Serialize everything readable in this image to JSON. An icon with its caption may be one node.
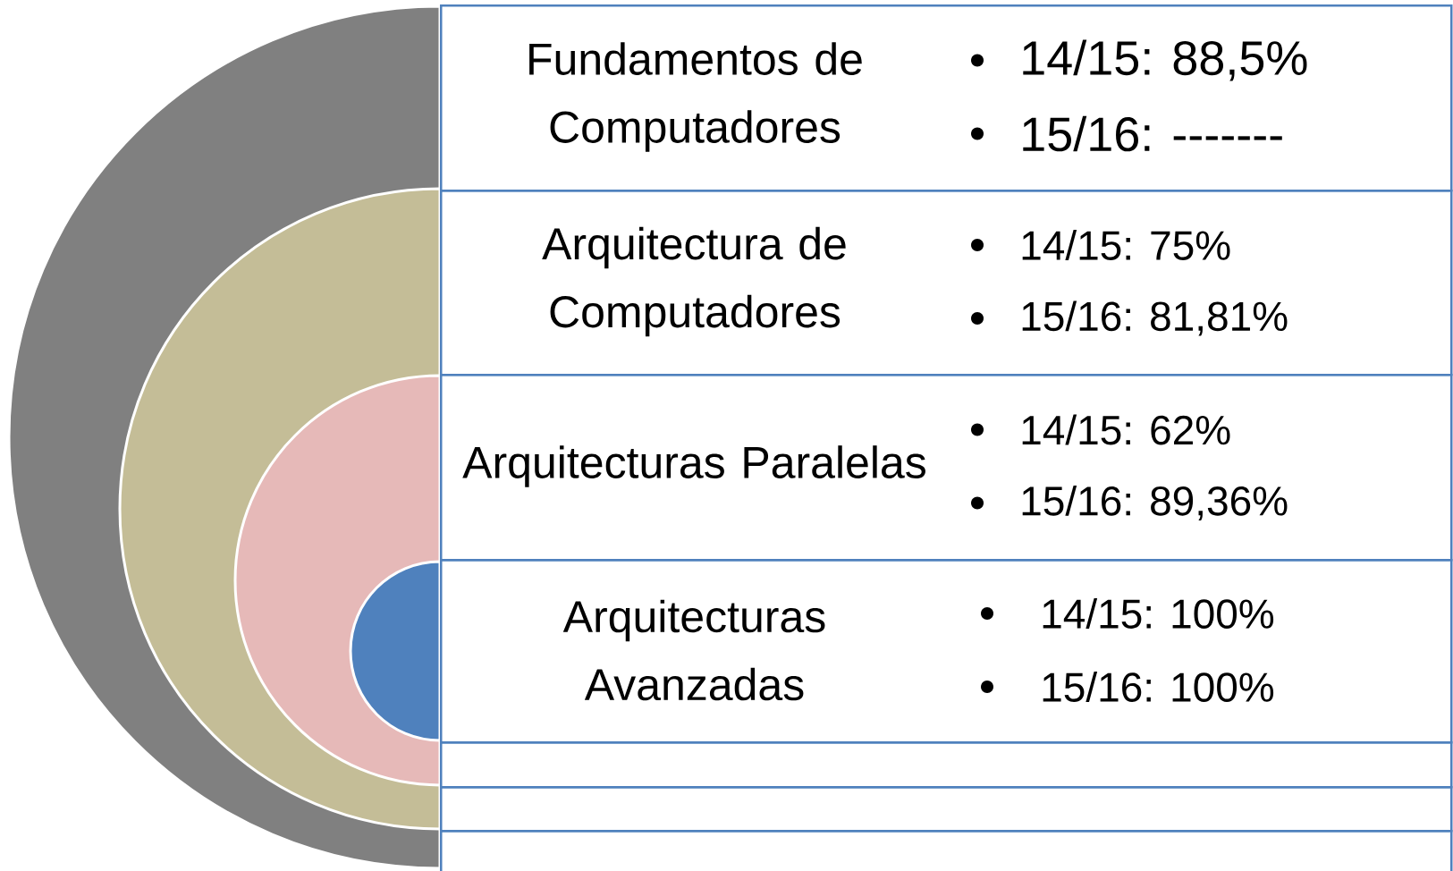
{
  "diagram": {
    "nodes": [
      {
        "text": [
          "Fundamentos de Computadores",
          "14/15: 88,5%",
          "15/16: -------"
        ]
      },
      {
        "text": [
          "Arquitectura de Computadores",
          "14/15: 75%",
          "15/16: 81,81%"
        ]
      },
      {
        "text": [
          "Arquitecturas Paralelas",
          "14/15: 62%",
          "15/16: 89,36%"
        ]
      },
      {
        "text": [
          "Arquitecturas Avanzadas",
          "14/15: 100%",
          "15/16: 100%"
        ]
      },
      {
        "text": [],
        "shape": "box"
      },
      {
        "text": [],
        "shape": "box"
      },
      {
        "text": [],
        "shape": "box"
      }
    ]
  }
}
